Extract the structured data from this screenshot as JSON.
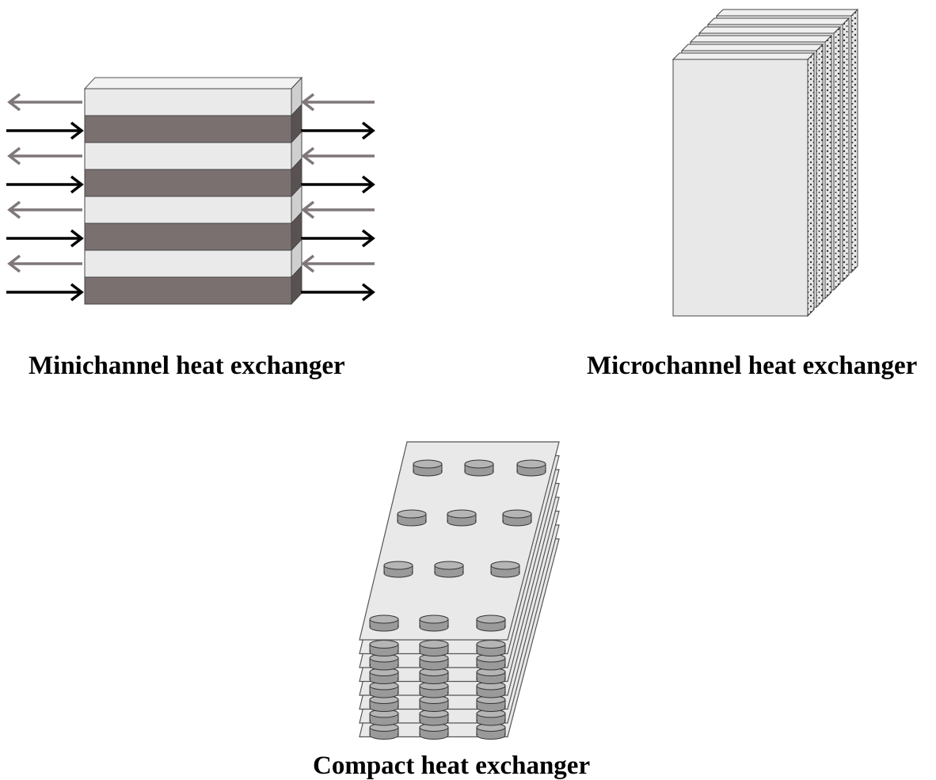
{
  "colors": {
    "background": "#ffffff",
    "hot_stream": "#7a7070",
    "cold_stream": "#ebeaeb",
    "hot_arrow": "#000000",
    "cold_arrow": "#7f7779",
    "plate_face": "#e9e9e9",
    "plate_edge": "#555555",
    "pin": "#9a9a9a",
    "pin_top": "#b5b5b5"
  },
  "diagrams": [
    {
      "id": "minichannel",
      "caption": "Minichannel heat exchanger",
      "layer_pattern": [
        "cold",
        "hot",
        "cold",
        "hot",
        "cold",
        "hot",
        "cold",
        "hot"
      ],
      "flow": {
        "hot": "left-to-right",
        "cold": "right-to-left"
      },
      "icons": [
        "flow-arrow-right",
        "flow-arrow-left"
      ]
    },
    {
      "id": "microchannel",
      "caption": "Microchannel heat exchanger",
      "plate_count": 6,
      "edge_texture": "perforated"
    },
    {
      "id": "compact",
      "caption": "Compact heat exchanger",
      "plate_count": 8,
      "pin_rows": 4,
      "pin_columns": 3
    }
  ]
}
